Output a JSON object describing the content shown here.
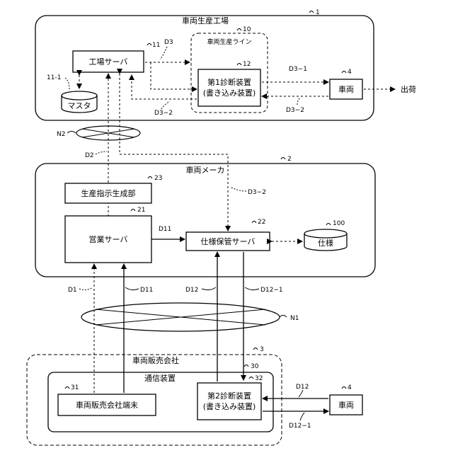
{
  "factory": {
    "title": "車両生産工場",
    "ref": "1",
    "server": {
      "label": "工場サーバ",
      "ref": "11"
    },
    "master": {
      "label": "マスタ",
      "ref": "11-1"
    },
    "line": {
      "title": "車両生産ライン",
      "ref": "10",
      "diag": {
        "line1": "第1診断装置",
        "line2": "(書き込み装置)",
        "ref": "12"
      }
    },
    "vehicle": {
      "label": "車両",
      "ref": "4"
    },
    "shipping": "出荷",
    "d3": "D3",
    "d3_1": "D3−1",
    "d3_2_left": "D3−2",
    "d3_2_right": "D3−2"
  },
  "network_n2": "N2",
  "d2": "D2",
  "maker": {
    "title": "車両メーカ",
    "ref": "2",
    "prod": {
      "label": "生産指示生成部",
      "ref": "23"
    },
    "sales": {
      "label": "営業サーバ",
      "ref": "21"
    },
    "spec_server": {
      "label": "仕様保管サーバ",
      "ref": "22"
    },
    "spec": {
      "label": "仕様",
      "ref": "100"
    },
    "d11": "D11",
    "d3_2": "D3−2"
  },
  "links": {
    "d1": "D1",
    "d11": "D11",
    "d12": "D12",
    "d12_1": "D12−1"
  },
  "network_n1": "N1",
  "dealer": {
    "title": "車両販売会社",
    "ref": "3",
    "comm": {
      "title": "通信装置",
      "ref": "30"
    },
    "terminal": {
      "label": "車両販売会社端末",
      "ref": "31"
    },
    "diag2": {
      "line1": "第2診断装置",
      "line2": "(書き込み装置)",
      "ref": "32"
    },
    "vehicle": {
      "label": "車両",
      "ref": "4"
    },
    "d12": "D12",
    "d12_1": "D12−1"
  }
}
